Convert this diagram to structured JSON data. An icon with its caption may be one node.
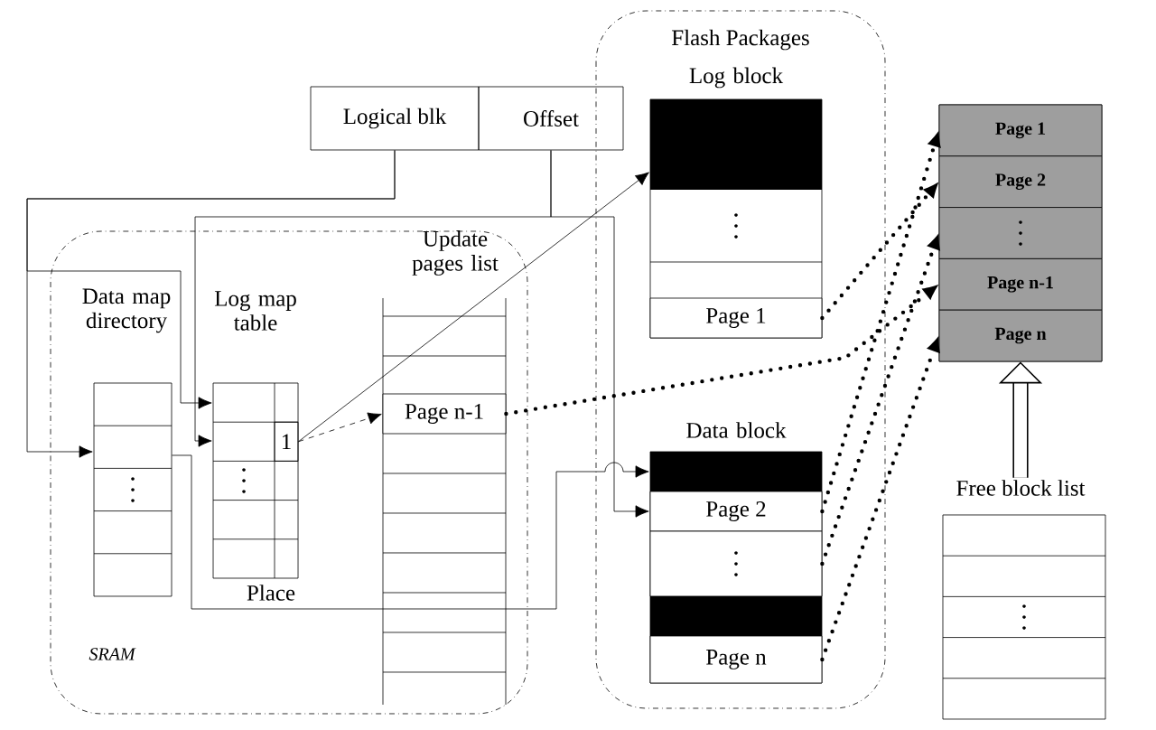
{
  "diagram": {
    "nodes": [
      {
        "text": [
          "SRAM"
        ]
      },
      {
        "text": [
          "Flash Packages"
        ]
      },
      {
        "text": [
          "Logical blk"
        ]
      },
      {
        "text": [
          "Offset"
        ]
      },
      {
        "text": [
          "Data map directory"
        ],
        "in": 0
      },
      {
        "text": [
          "Log map table"
        ],
        "in": 0
      },
      {
        "text": [
          "1"
        ],
        "in": 5
      },
      {
        "text": [
          "Update pages list"
        ],
        "in": 0
      },
      {
        "text": [
          "Page n-1"
        ],
        "in": 7
      },
      {
        "text": [
          "Log block"
        ],
        "in": 1
      },
      {
        "text": [
          "Page 1"
        ],
        "in": 9
      },
      {
        "text": [
          "Data block"
        ],
        "in": 1
      },
      {
        "text": [
          "Page 2"
        ],
        "in": 11
      },
      {
        "text": [],
        "shape": "box",
        "in": 11
      },
      {
        "text": [
          "Page n"
        ],
        "in": 11
      },
      {
        "text": [],
        "shape": "box"
      },
      {
        "text": [
          "Page 1"
        ],
        "in": 15
      },
      {
        "text": [
          "Page 2"
        ],
        "in": 15
      },
      {
        "text": [],
        "shape": "box",
        "in": 15
      },
      {
        "text": [
          "Page n-1"
        ],
        "in": 15
      },
      {
        "text": [
          "Page n"
        ],
        "in": 15
      },
      {
        "text": [
          "Free block list"
        ]
      }
    ],
    "edges": [
      {
        "from": 2,
        "to": 4,
        "arrow": "to"
      },
      {
        "from": 2,
        "to": 5,
        "arrow": "to"
      },
      {
        "from": 3,
        "to": 5,
        "arrow": "to"
      },
      {
        "from": 3,
        "to": 12,
        "arrow": "to"
      },
      {
        "from": 6,
        "to": 9,
        "arrow": "to"
      },
      {
        "from": 6,
        "to": 8,
        "arrow": "to",
        "style": "dashed"
      },
      {
        "from": 4,
        "to": 11,
        "arrow": "to",
        "label": "Place"
      },
      {
        "from": 10,
        "to": 17,
        "arrow": "to",
        "style": "dashed"
      },
      {
        "from": 12,
        "to": 16,
        "arrow": "to",
        "style": "dashed"
      },
      {
        "from": 13,
        "to": 18,
        "arrow": "to",
        "style": "dashed"
      },
      {
        "from": 8,
        "to": 19,
        "arrow": "to",
        "style": "dashed"
      },
      {
        "from": 14,
        "to": 20,
        "arrow": "to",
        "style": "dashed"
      },
      {
        "from": 21,
        "to": 15,
        "arrow": "to",
        "style": "thick"
      }
    ]
  }
}
